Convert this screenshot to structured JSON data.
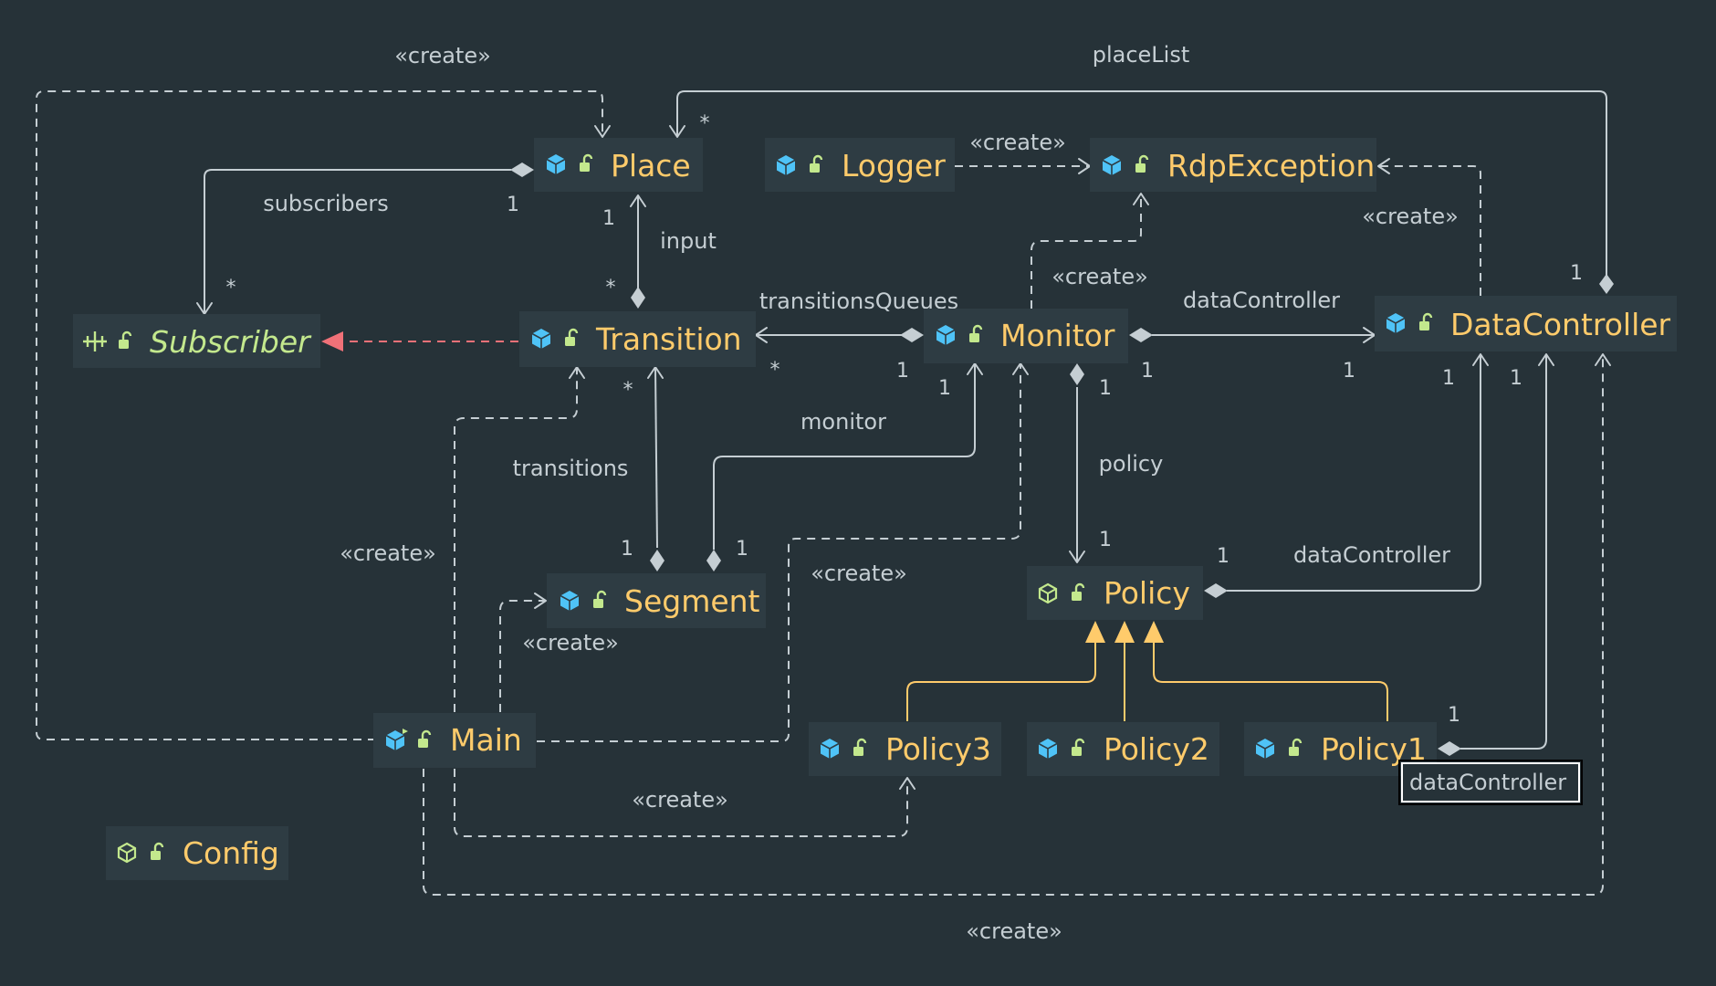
{
  "classes": {
    "place": "Place",
    "logger": "Logger",
    "rdp_exception": "RdpException",
    "subscriber": "Subscriber",
    "transition": "Transition",
    "monitor": "Monitor",
    "data_controller": "DataController",
    "segment": "Segment",
    "policy": "Policy",
    "main": "Main",
    "policy3": "Policy3",
    "policy2": "Policy2",
    "policy1": "Policy1",
    "config": "Config"
  },
  "edge_labels": {
    "create": "«create»",
    "place_list": "placeList",
    "subscribers": "subscribers",
    "input": "input",
    "transitions_queues": "transitionsQueues",
    "data_controller": "dataController",
    "monitor": "monitor",
    "transitions": "transitions",
    "policy": "policy"
  },
  "multiplicities": {
    "one": "1",
    "many": "*"
  },
  "tooltip": {
    "text": "dataController"
  },
  "icons": {
    "class": "class-icon",
    "interface": "interface-icon",
    "abstract": "abstract-class-icon",
    "main": "main-class-icon",
    "visibility": "public-lock-icon"
  },
  "colors": {
    "background": "#263238",
    "node_fill": "#2E3C43",
    "class_name": "#FFCB6B",
    "interface_name": "#C3E88D",
    "line": "#C5CED3",
    "realization": "#F07178",
    "generalization": "#FFCB6B",
    "class_icon": "#4FC3F7"
  }
}
